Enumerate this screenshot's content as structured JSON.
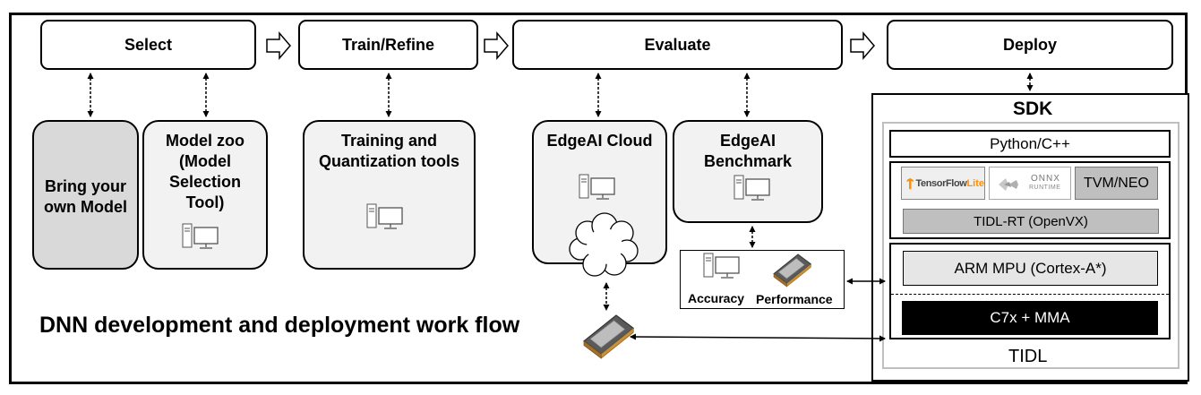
{
  "steps": {
    "select": "Select",
    "train": "Train/Refine",
    "evaluate": "Evaluate",
    "deploy": "Deploy"
  },
  "cards": {
    "byom": [
      "Bring your",
      "own Model"
    ],
    "model_zoo": [
      "Model zoo",
      "(Model",
      "Selection",
      "Tool)"
    ],
    "training": [
      "Training and",
      "Quantization tools"
    ],
    "cloud": [
      "EdgeAI Cloud"
    ],
    "benchmark": [
      "EdgeAI",
      "Benchmark"
    ]
  },
  "metrics": {
    "accuracy": "Accuracy",
    "performance": "Performance"
  },
  "sdk": {
    "title": "SDK",
    "api": "Python/C++",
    "runtimes": {
      "tflite_a": "TensorFlow",
      "tflite_b": "Lite",
      "onnx_a": "ONNX",
      "onnx_b": "RUNTIME",
      "tvm": "TVM/NEO"
    },
    "tidl_rt": "TIDL-RT (OpenVX)",
    "arm": "ARM MPU (Cortex-A*)",
    "c7x": "C7x + MMA",
    "tidl": "TIDL"
  },
  "caption": "DNN development and deployment work flow",
  "icons": [
    "computer-icon",
    "chip-icon",
    "cloud-icon",
    "tensorflow-logo-icon",
    "onnx-logo-icon"
  ],
  "colors": {
    "card_fill": "#f2f2f2",
    "byom_fill": "#d9d9d9",
    "c7x_fill": "#000000",
    "tidl_rt_fill": "#bfbfbf"
  }
}
